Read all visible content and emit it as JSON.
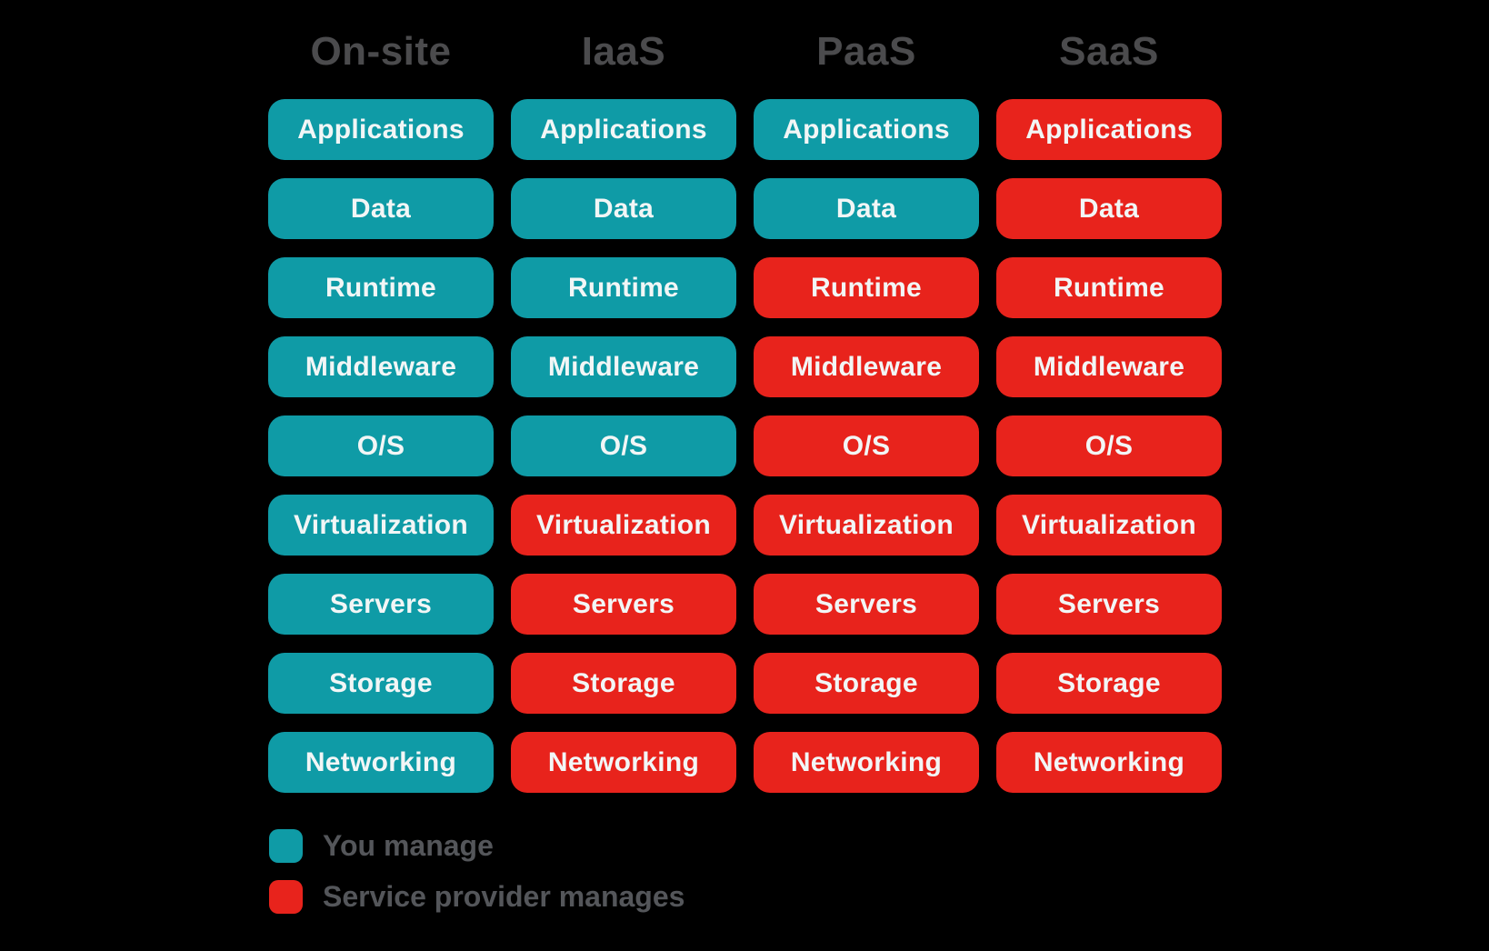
{
  "colors": {
    "you": "#0F9BA6",
    "provider": "#E8231C",
    "header_text": "#4B4B4D",
    "pill_text": "#F2F6F6",
    "legend_text": "#54565A",
    "background": "#000000"
  },
  "rows": [
    "Applications",
    "Data",
    "Runtime",
    "Middleware",
    "O/S",
    "Virtualization",
    "Servers",
    "Storage",
    "Networking"
  ],
  "columns": [
    {
      "label": "On-site",
      "owners": [
        "you",
        "you",
        "you",
        "you",
        "you",
        "you",
        "you",
        "you",
        "you"
      ]
    },
    {
      "label": "IaaS",
      "owners": [
        "you",
        "you",
        "you",
        "you",
        "you",
        "provider",
        "provider",
        "provider",
        "provider"
      ]
    },
    {
      "label": "PaaS",
      "owners": [
        "you",
        "you",
        "provider",
        "provider",
        "provider",
        "provider",
        "provider",
        "provider",
        "provider"
      ]
    },
    {
      "label": "SaaS",
      "owners": [
        "provider",
        "provider",
        "provider",
        "provider",
        "provider",
        "provider",
        "provider",
        "provider",
        "provider"
      ]
    }
  ],
  "legend": [
    {
      "key": "you",
      "label": "You manage"
    },
    {
      "key": "provider",
      "label": "Service provider manages"
    }
  ]
}
